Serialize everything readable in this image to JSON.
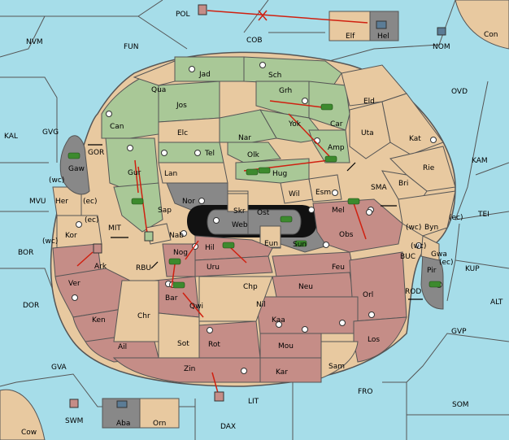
{
  "colors": {
    "sea": "#a6dde9",
    "neutral": "#e8c9a0",
    "green": "#a9c897",
    "red": "#c58d87",
    "grey": "#888888",
    "order": "#d02010",
    "border": "#555555"
  },
  "labels": {
    "pol": "POL",
    "elf": "Elf",
    "hel": "Hel",
    "con": "Con",
    "nom": "NOM",
    "nvm": "NVM",
    "fun": "FUN",
    "cob": "COB",
    "ovd": "OVD",
    "kal": "KAL",
    "gvg": "GVG",
    "gor": "GOR",
    "gaw": "Gaw",
    "kam": "KAM",
    "mvu": "MVU",
    "tei": "TEI",
    "bor": "BOR",
    "kup": "KUP",
    "dor": "DOR",
    "alt": "ALT",
    "gvp": "GVP",
    "gva": "GVA",
    "fro": "FRO",
    "som": "SOM",
    "swm": "SWM",
    "lit": "LIT",
    "aba": "Aba",
    "orn": "Orn",
    "dax": "DAX",
    "cow": "Cow",
    "jad": "Jad",
    "sch": "Sch",
    "qua": "Qua",
    "jos": "Jos",
    "grh": "Grh",
    "eld": "Eld",
    "can": "Can",
    "car": "Car",
    "yok": "Yok",
    "uta": "Uta",
    "kat": "Kat",
    "elc": "Elc",
    "nar": "Nar",
    "amp": "Amp",
    "tel": "Tel",
    "olk": "Olk",
    "gur": "Gur",
    "lan": "Lan",
    "hug": "Hug",
    "rie": "Rie",
    "bri": "Bri",
    "wil": "Wil",
    "esm": "Esm",
    "sma": "SMA",
    "nor": "Nor",
    "skr": "Skr",
    "ost": "Ost",
    "web": "Web",
    "mel": "Mel",
    "sap": "Sap",
    "her": "Her",
    "wc1": "(wc)",
    "ec1": "(ec)",
    "byn": "Byn",
    "wc2": "(wc)",
    "ec2": "(ec)",
    "mit": "MIT",
    "ec3": "(ec)",
    "kor": "Kor",
    "wc3": "(wc)",
    "nab": "Nab",
    "eun": "Eun",
    "sun": "Sun",
    "obs": "Obs",
    "wc4": "(wc)",
    "gwa": "Gwa",
    "ec4": "(ec)",
    "buc": "BUC",
    "ark": "Ark",
    "rbu": "RBU",
    "nog": "Nog",
    "hil": "Hil",
    "uru": "Uru",
    "feu": "Feu",
    "pir": "Pir",
    "ver": "Ver",
    "chp": "Chp",
    "neu": "Neu",
    "orl": "Orl",
    "rod": "ROD",
    "bar": "Bar",
    "qwi": "Qwi",
    "nil": "Nil",
    "ken": "Ken",
    "chr": "Chr",
    "kaa": "Kaa",
    "los": "Los",
    "ail": "Ail",
    "sot": "Sot",
    "rot": "Rot",
    "mou": "Mou",
    "sam": "Sam",
    "zin": "Zin",
    "kar": "Kar"
  }
}
